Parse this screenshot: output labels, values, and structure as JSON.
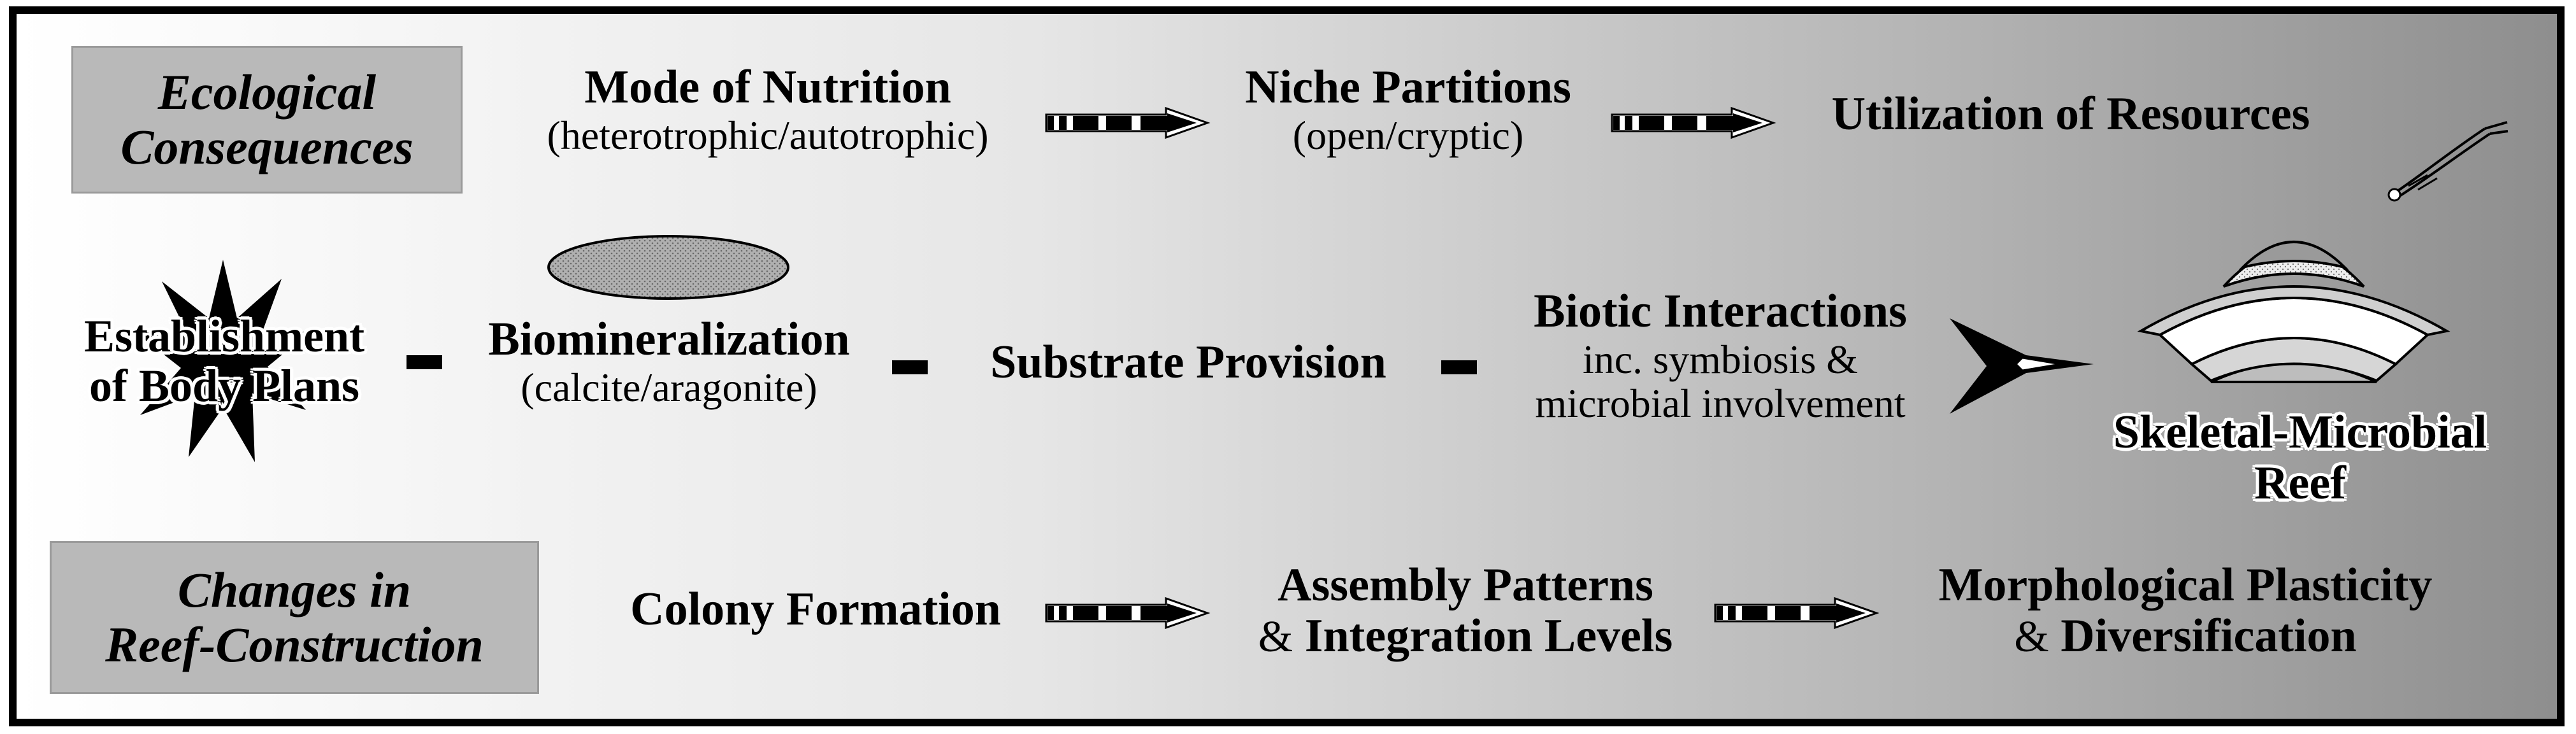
{
  "row1": {
    "label_line1": "Ecological",
    "label_line2": "Consequences",
    "node1_title": "Mode of Nutrition",
    "node1_sub": "(heterotrophic/autotrophic)",
    "node2_title": "Niche Partitions",
    "node2_sub": "(open/cryptic)",
    "node3_title": "Utilization of Resources"
  },
  "row2": {
    "node1_line1": "Establishment",
    "node1_line2": "of Body Plans",
    "node2_title": "Biomineralization",
    "node2_sub": "(calcite/aragonite)",
    "node3_title": "Substrate Provision",
    "node4_title": "Biotic Interactions",
    "node4_sub1": "inc. symbiosis &",
    "node4_sub2": "microbial involvement",
    "result_line1": "Skeletal-Microbial",
    "result_line2": "Reef"
  },
  "row3": {
    "label_line1": "Changes in",
    "label_line2": "Reef-Construction",
    "node1_title": "Colony Formation",
    "node2_line1_amp": "&",
    "node2_line1": "Assembly Patterns",
    "node2_line2": "Integration Levels",
    "node3_line1": "Morphological Plasticity",
    "node3_line2_amp": "&",
    "node3_line2": "Diversification"
  },
  "colors": {
    "label_box": "#b9b9b9",
    "ellipse_fill": "#a8a8a8",
    "ink": "#000000"
  }
}
